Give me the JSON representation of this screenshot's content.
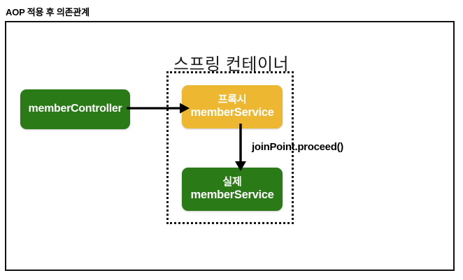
{
  "figure": {
    "title": "AOP 적용 후 의존관계",
    "container_heading": "스프링 컨테이너"
  },
  "colors": {
    "green": "#2A7A17",
    "orange": "#EDB732",
    "frame_border": "#111111",
    "dotted_border": "#141414",
    "arrow": "#000000",
    "node_text": "#FFFFFF",
    "background": "#FFFFFF"
  },
  "nodes": [
    {
      "id": "member-controller",
      "ko_label": "",
      "en_label": "memberController",
      "color": "#2A7A17"
    },
    {
      "id": "proxy-member-service",
      "ko_label": "프록시",
      "en_label": "memberService",
      "color": "#EDB732"
    },
    {
      "id": "real-member-service",
      "ko_label": "실제",
      "en_label": "memberService",
      "color": "#2A7A17"
    }
  ],
  "edges": [
    {
      "id": "controller-to-proxy",
      "from": "member-controller",
      "to": "proxy-member-service",
      "direction": "right",
      "label": ""
    },
    {
      "id": "proxy-to-real",
      "from": "proxy-member-service",
      "to": "real-member-service",
      "direction": "down",
      "label": "joinPoint.proceed()"
    }
  ],
  "annotations": {
    "joinpoint": "joinPoint.proceed()"
  }
}
